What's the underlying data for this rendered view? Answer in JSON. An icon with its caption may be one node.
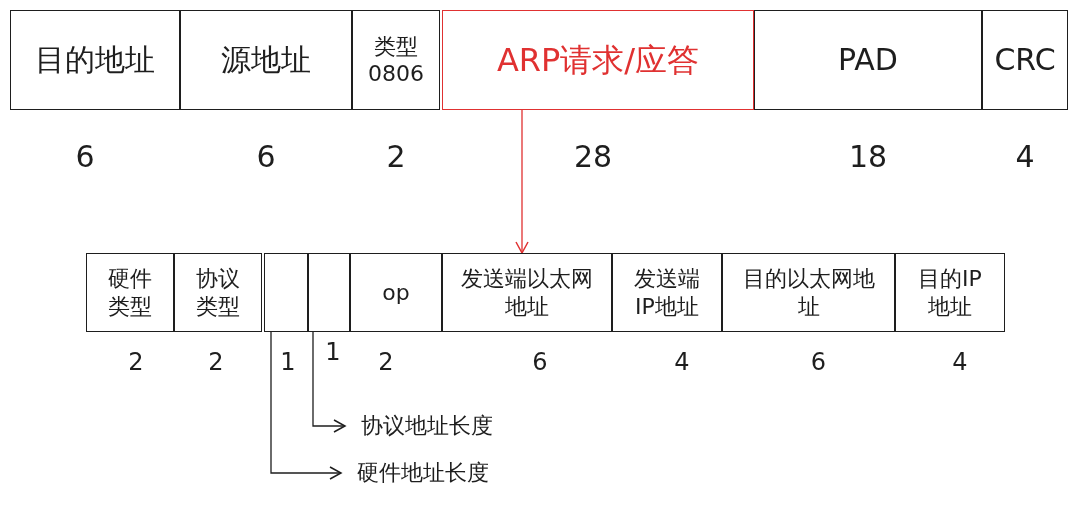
{
  "diagram": {
    "nodes": [
      {
        "text": [
          "目的地址"
        ],
        "beside": [
          "6"
        ]
      },
      {
        "text": [
          "源地址"
        ],
        "beside": [
          "6"
        ]
      },
      {
        "text": [
          "类型 0806"
        ],
        "beside": [
          "2"
        ]
      },
      {
        "text": [
          "ARP请求/应答"
        ],
        "beside": [
          "28"
        ]
      },
      {
        "text": [
          "PAD"
        ],
        "beside": [
          "18"
        ]
      },
      {
        "text": [
          "CRC"
        ],
        "beside": [
          "4"
        ]
      },
      {
        "text": [
          "硬件类型"
        ],
        "beside": [
          "2"
        ]
      },
      {
        "text": [
          "协议类型"
        ],
        "beside": [
          "2"
        ]
      },
      {
        "text": [],
        "shape": "box",
        "beside": [
          "1"
        ]
      },
      {
        "text": [],
        "shape": "box",
        "beside": [
          "1"
        ]
      },
      {
        "text": [
          "op"
        ],
        "beside": [
          "2"
        ]
      },
      {
        "text": [
          "发送端以太网地址"
        ],
        "beside": [
          "6"
        ]
      },
      {
        "text": [
          "发送端IP地址"
        ],
        "beside": [
          "4"
        ]
      },
      {
        "text": [
          "目的以太网地址"
        ],
        "beside": [
          "6"
        ]
      },
      {
        "text": [
          "目的IP地址"
        ],
        "beside": [
          "4"
        ]
      },
      {
        "text": [
          "协议地址长度"
        ]
      },
      {
        "text": [
          "硬件地址长度"
        ]
      }
    ],
    "edges": [
      {
        "from": 3,
        "to": 11,
        "arrow": "to",
        "color": "#e03131"
      },
      {
        "from": 9,
        "to": 15,
        "arrow": "to"
      },
      {
        "from": 8,
        "to": 16,
        "arrow": "to"
      }
    ]
  }
}
